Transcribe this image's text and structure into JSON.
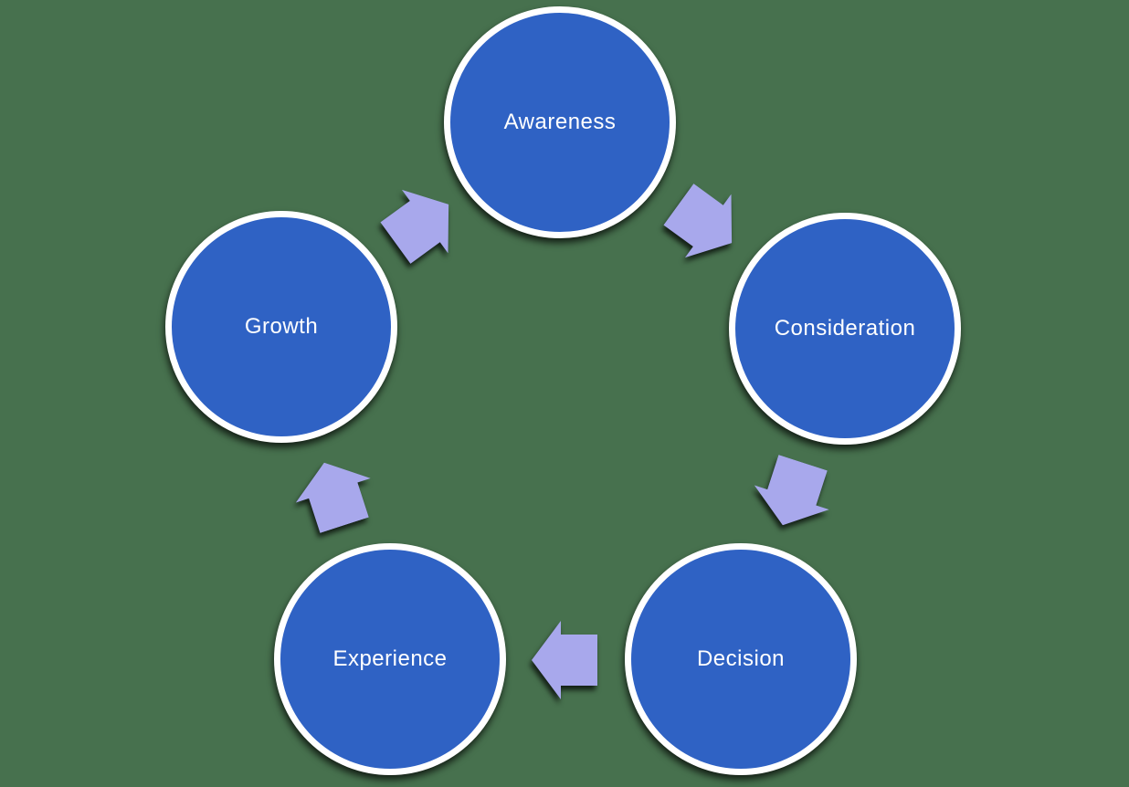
{
  "diagram": {
    "type": "cycle",
    "direction": "clockwise",
    "stages": [
      {
        "label": "Awareness",
        "position": "top"
      },
      {
        "label": "Consideration",
        "position": "right"
      },
      {
        "label": "Decision",
        "position": "bottom-right"
      },
      {
        "label": "Experience",
        "position": "bottom-left"
      },
      {
        "label": "Growth",
        "position": "left"
      }
    ],
    "arrows": [
      {
        "from": "Awareness",
        "to": "Consideration"
      },
      {
        "from": "Consideration",
        "to": "Decision"
      },
      {
        "from": "Decision",
        "to": "Experience"
      },
      {
        "from": "Experience",
        "to": "Growth"
      },
      {
        "from": "Growth",
        "to": "Awareness"
      }
    ],
    "colors": {
      "background": "#47714e",
      "node_fill": "#2f62c4",
      "node_border": "#ffffff",
      "node_text": "#ffffff",
      "arrow_fill": "#a8a8ec",
      "shadow": "rgba(0,0,0,0.72)"
    }
  }
}
